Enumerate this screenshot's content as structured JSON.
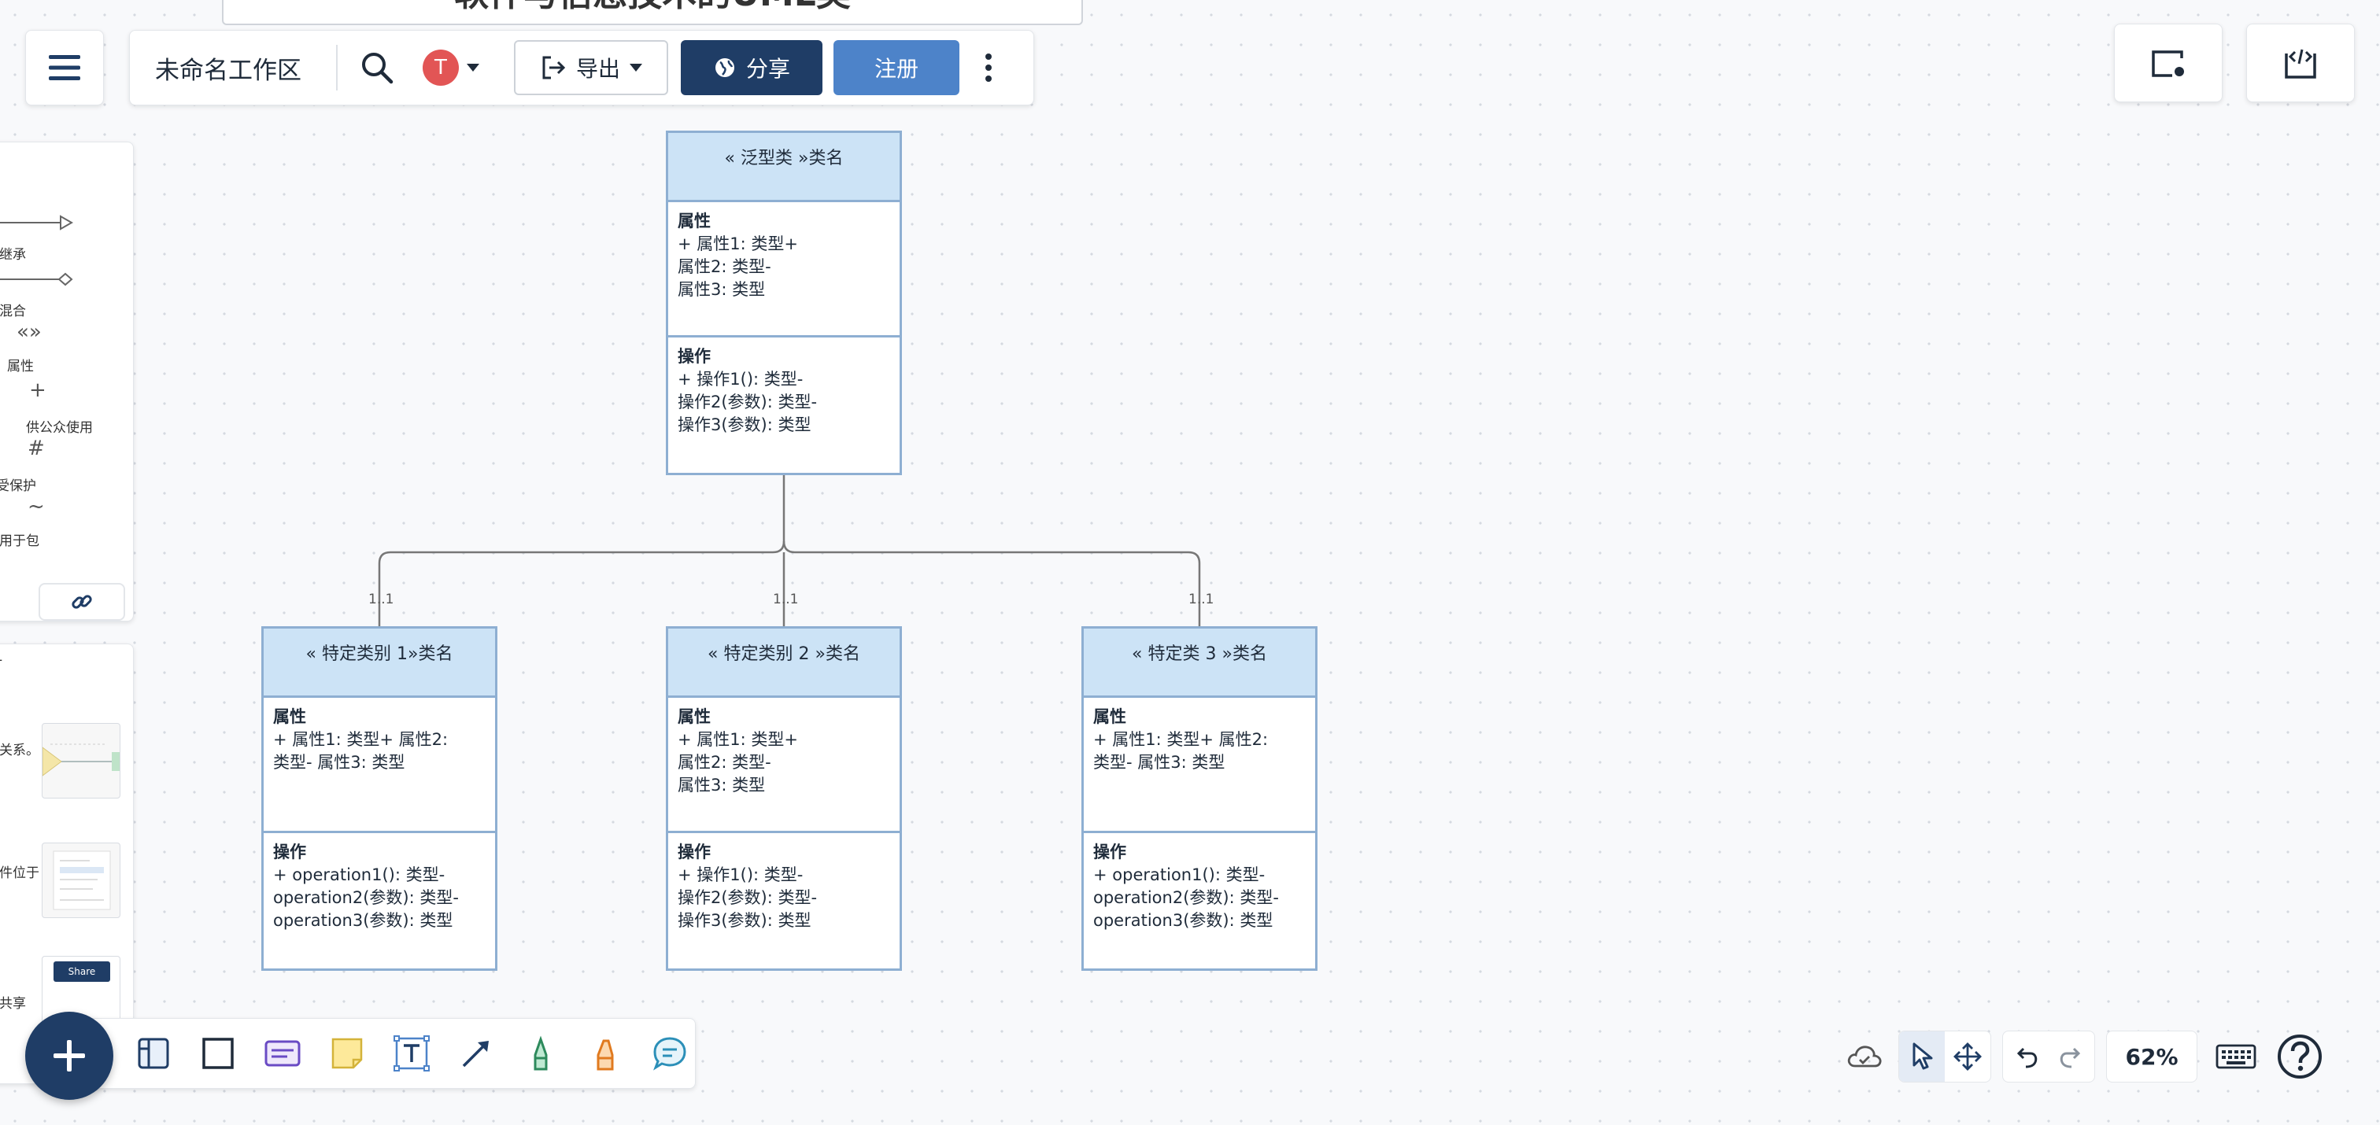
{
  "toolbar": {
    "workspace_name": "未命名工作区",
    "avatar_letter": "T",
    "export_label": "导出",
    "share_label": "分享",
    "register_label": "注册"
  },
  "document_title": "软件与信息技术的UML类",
  "shape_library": {
    "items": [
      "继承",
      "混合",
      "属性",
      "供公众使用",
      "受保护",
      "用于包"
    ],
    "thumbnails": [
      "关系。",
      "件位于",
      "共享"
    ],
    "thumb_share_label": "Share"
  },
  "uml": {
    "generic": {
      "header": "« 泛型类 »类名",
      "attrs_title": "属性",
      "attrs": "+ 属性1: 类型+\n属性2:  类型-\n属性3:  类型",
      "ops_title": "操作",
      "ops": "+ 操作1():  类型-\n操作2(参数):  类型-\n操作3(参数): 类型"
    },
    "special1": {
      "header": "« 特定类别 1»类名",
      "attrs_title": "属性",
      "attrs": "+ 属性1: 类型+ 属性2:\n类型- 属性3: 类型",
      "ops_title": "操作",
      "ops": "+ operation1(): 类型-\noperation2(参数): 类型-\noperation3(参数): 类型"
    },
    "special2": {
      "header": "« 特定类别 2 »类名",
      "attrs_title": "属性",
      "attrs": "+ 属性1:  类型+\n属性2:  类型-\n属性3:  类型",
      "ops_title": "操作",
      "ops": "+ 操作1():  类型-\n操作2(参数): 类型-\n操作3(参数): 类型"
    },
    "special3": {
      "header": "« 特定类 3 »类名",
      "attrs_title": "属性",
      "attrs": "+ 属性1: 类型+ 属性2:\n类型- 属性3: 类型",
      "ops_title": "操作",
      "ops": "+ operation1(): 类型-\noperation2(参数): 类型-\noperation3(参数): 类型"
    },
    "multiplicity": "1..1"
  },
  "zoom": {
    "level": "62%"
  },
  "colors": {
    "share_button": "#1f3d66",
    "register_button": "#4d83c9",
    "uml_header": "#cce3f6",
    "uml_border": "#8eafd2",
    "avatar": "#e25555"
  },
  "icons": {
    "menu": "hamburger-icon",
    "search": "search-icon",
    "export": "export-icon",
    "share": "globe-icon",
    "more": "vertical-dots-icon",
    "present": "present-icon",
    "embed": "embed-code-icon",
    "add": "plus-icon",
    "cloud": "cloud-sync-icon",
    "select": "cursor-icon",
    "pan": "move-icon",
    "undo": "undo-icon",
    "redo": "redo-icon",
    "keyboard": "keyboard-icon",
    "help": "help-icon"
  }
}
